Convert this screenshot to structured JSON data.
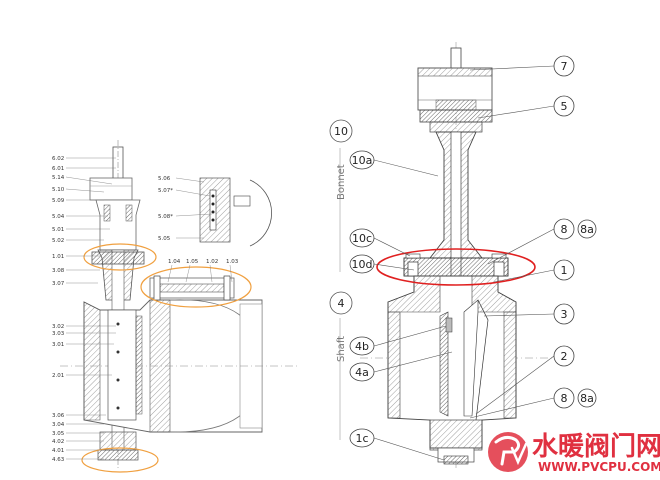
{
  "left_labels": [
    "6.02",
    "6.01",
    "5.14",
    "5.10",
    "5.09",
    "5.04",
    "5.01",
    "5.02",
    "1.01",
    "3.08",
    "3.07",
    "3.02",
    "3.03",
    "3.01",
    "2.01",
    "3.06",
    "3.04",
    "3.05",
    "4.02",
    "4.01",
    "4.63"
  ],
  "detail_labels": [
    "5.06",
    "5.07*",
    "5.08*",
    "5.05"
  ],
  "flange_labels": [
    "1.04",
    "1.05",
    "1.02",
    "1.03"
  ],
  "right_callouts": [
    "7",
    "5",
    "10",
    "8",
    "8a",
    "1",
    "3",
    "2",
    "8",
    "8a"
  ],
  "left_callouts": [
    "10a",
    "10c",
    "10d",
    "4b",
    "4a",
    "1c"
  ],
  "section_labels": {
    "big_10": "10",
    "bonnet": "Bonnet",
    "big_4": "4",
    "shaft": "Shaft"
  },
  "watermark": {
    "cn": "水暖阀门网",
    "url": "WWW.PVCPU.COM",
    "logo_letters": "PV"
  },
  "colors": {
    "highlight_orange": "#f0a040",
    "highlight_red": "#e02020",
    "brand_red": "#e03040"
  }
}
